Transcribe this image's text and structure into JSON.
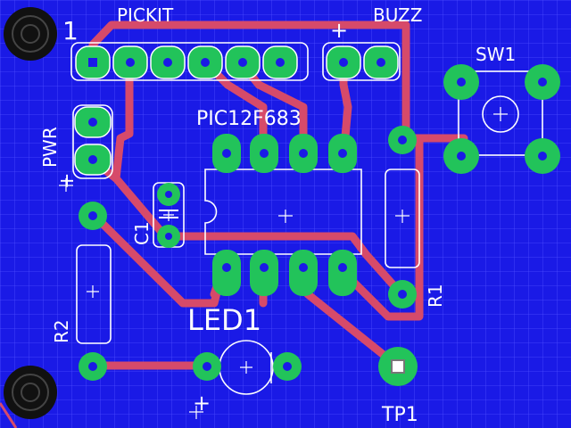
{
  "board": {
    "background_color": "#1a1ae6",
    "grid_color": "#5a5aff",
    "trace_color": "#d64a6a",
    "pad_color": "#22c35a",
    "silk_color": "#ffffff"
  },
  "labels": {
    "pickit": "PICKIT",
    "pickit_pin1": "1",
    "buzz": "BUZZ",
    "buzz_plus": "+",
    "sw1": "SW1",
    "pic": "PIC12F683",
    "pwr": "PWR",
    "pwr_plus": "+",
    "c1": "C1",
    "r1": "R1",
    "r2": "R2",
    "led1": "LED1",
    "led_plus": "+",
    "tp1": "TP1"
  }
}
